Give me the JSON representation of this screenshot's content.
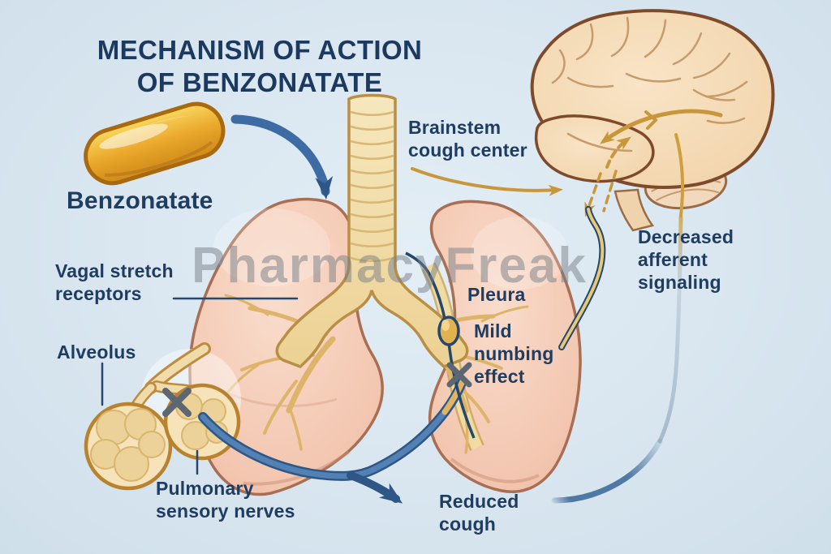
{
  "title": {
    "line1": "MECHANISM OF ACTION",
    "line2": "OF BENZONATATE"
  },
  "watermark": "PharmacyFreak",
  "labels": {
    "pill": "Benzonatate",
    "brainstem": "Brainstem cough center",
    "decreased": "Decreased afferent signaling",
    "pleura": "Pleura",
    "numbing": "Mild numbing effect",
    "vagal": "Vagal stretch receptors",
    "alveolus": "Alveolus",
    "pulmonary": "Pulmonary sensory nerves",
    "reduced": "Reduced cough"
  },
  "colors": {
    "background": "#d9e6f0",
    "label_navy": "#1f3c61",
    "arrow_blue": "#3d6ba3",
    "arrow_blue_dark": "#2e5787",
    "arrow_gold": "#c9973b",
    "pill_gold": "#eaa82c",
    "lung_pink": "#f3c9b4",
    "lung_outline": "#a86f55",
    "airway_gold": "#f2dfad",
    "airway_outline": "#b98e45",
    "brain_tan": "#f5dcba",
    "brain_outline": "#7d4b2b",
    "nerve_navy": "#24476d",
    "x_mark_gray": "#5d6772",
    "watermark_gray": "#787f88"
  }
}
